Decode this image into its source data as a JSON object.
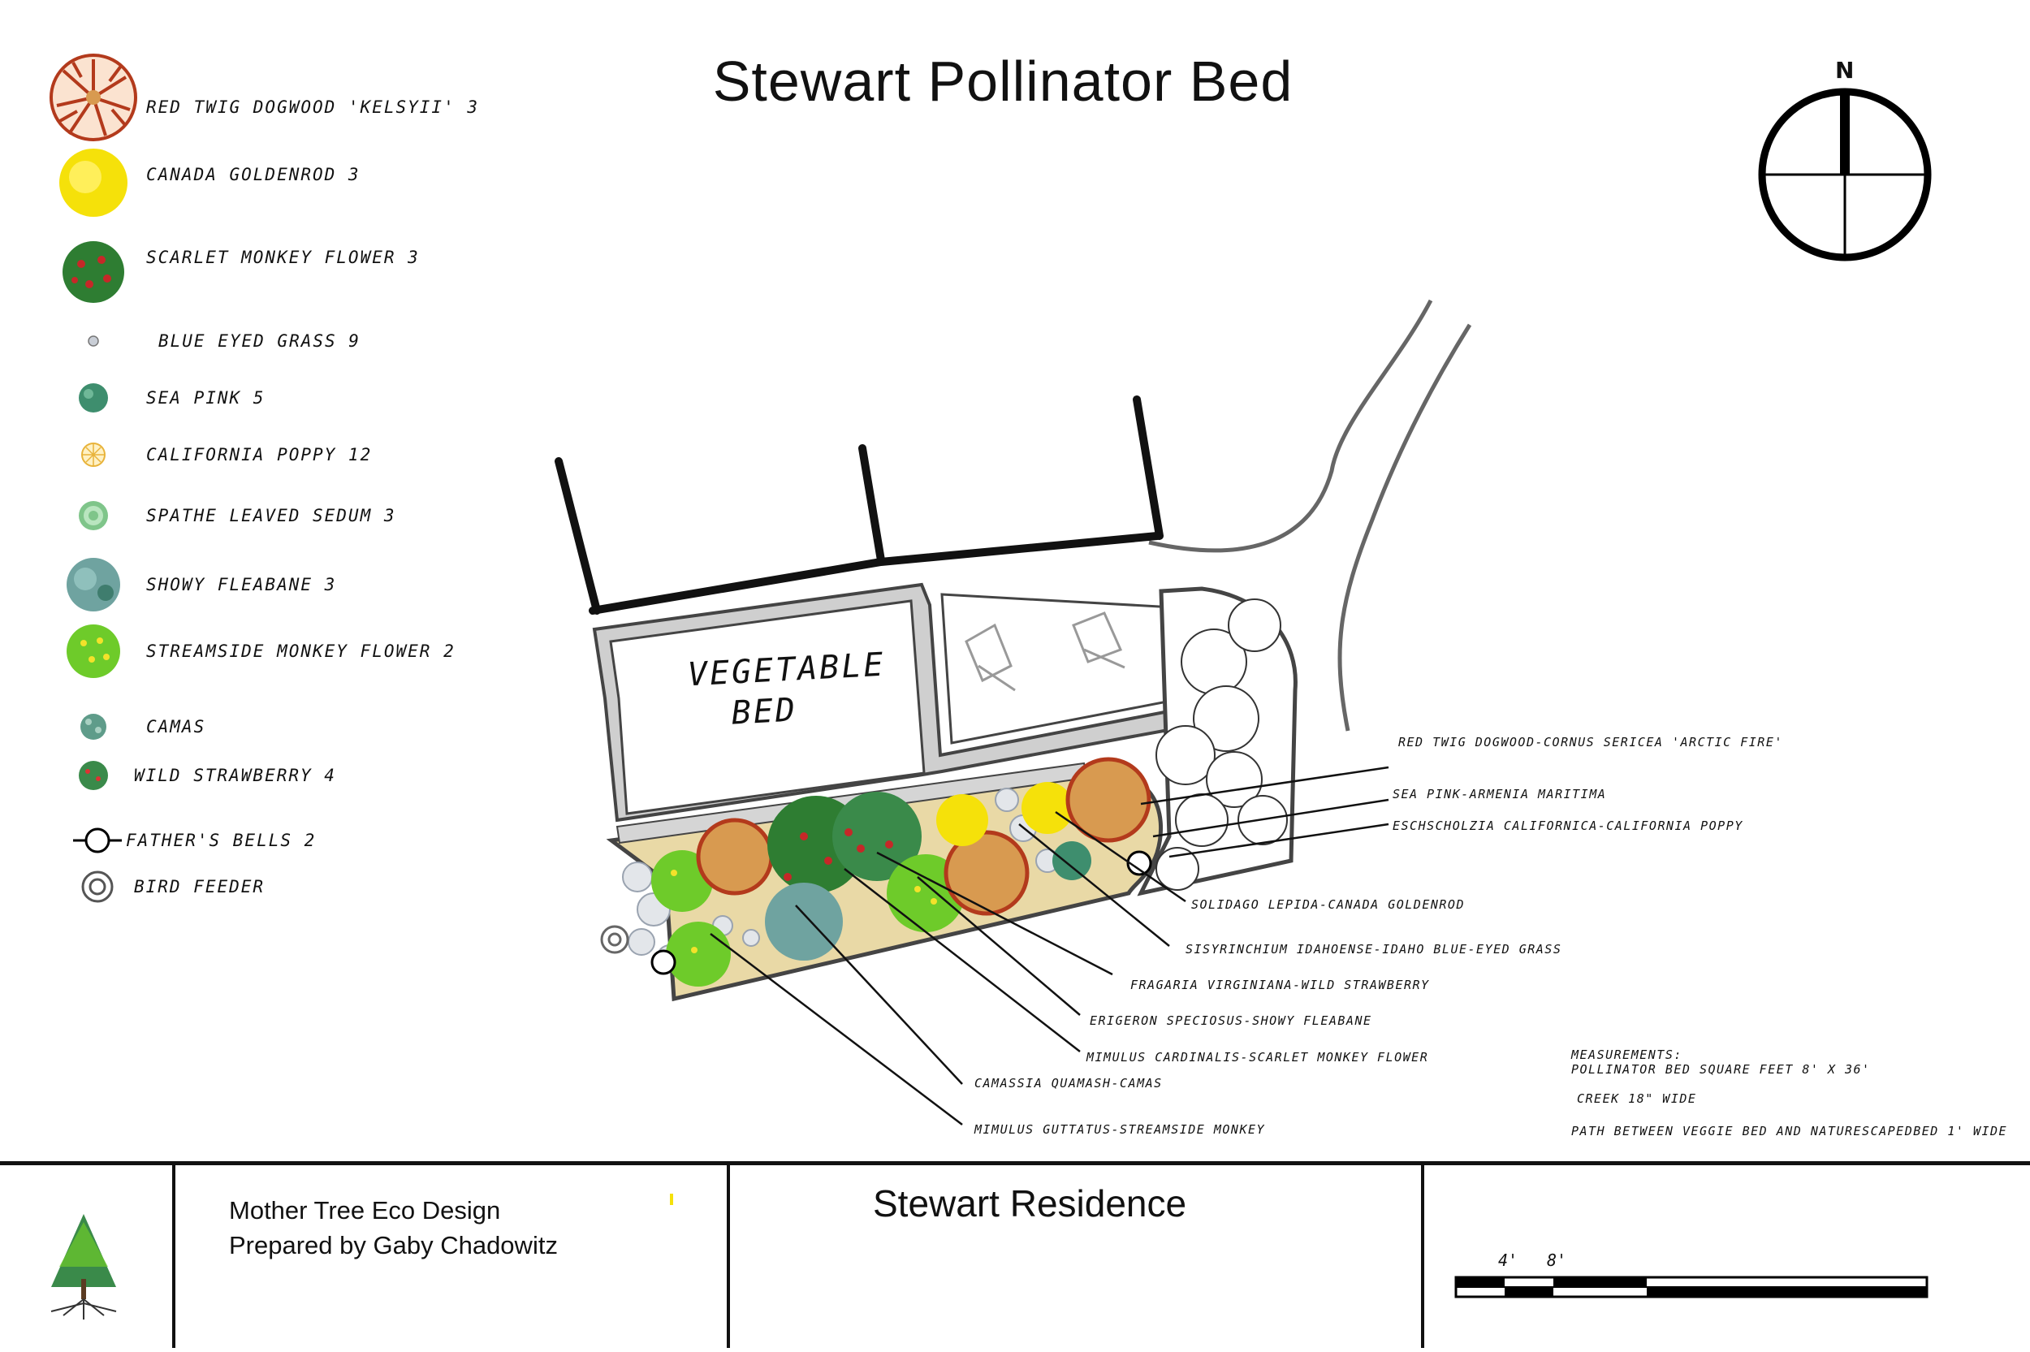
{
  "title": "Stewart Pollinator Bed",
  "compass": {
    "north_label": "N"
  },
  "legend": [
    {
      "label": "Red Twig Dogwood 'Kelsyii' 3",
      "icon": "dogwood-icon",
      "color": "#b33a1c"
    },
    {
      "label": "Canada Goldenrod 3",
      "icon": "goldenrod-icon",
      "color": "#f5e10a"
    },
    {
      "label": "Scarlet Monkey Flower 3",
      "icon": "scarlet-monkey-flower-icon",
      "color": "#2e7d32"
    },
    {
      "label": "Blue Eyed Grass 9",
      "icon": "blue-eyed-grass-icon",
      "color": "#9aa3b0"
    },
    {
      "label": "Sea Pink 5",
      "icon": "sea-pink-icon",
      "color": "#3e8e6e"
    },
    {
      "label": "California Poppy 12",
      "icon": "california-poppy-icon",
      "color": "#f3c24a"
    },
    {
      "label": "Spathe Leaved Sedum 3",
      "icon": "sedum-icon",
      "color": "#7fc58a"
    },
    {
      "label": "Showy Fleabane 3",
      "icon": "fleabane-icon",
      "color": "#6fa3a0"
    },
    {
      "label": "Streamside Monkey Flower 2",
      "icon": "streamside-monkey-flower-icon",
      "color": "#6ecb2a"
    },
    {
      "label": "Camas",
      "icon": "camas-icon",
      "color": "#5f9c8a"
    },
    {
      "label": "Wild Strawberry 4",
      "icon": "wild-strawberry-icon",
      "color": "#3a8a4a"
    },
    {
      "label": "Father's Bells 2",
      "icon": "fathers-bells-icon",
      "color": "#000000"
    },
    {
      "label": "Bird Feeder",
      "icon": "bird-feeder-icon",
      "color": "#555555"
    }
  ],
  "map": {
    "vegetable_bed_label_line1": "Vegetable",
    "vegetable_bed_label_line2": "Bed"
  },
  "callouts": [
    "Red Twig Dogwood-Cornus sericea 'Arctic Fire'",
    "Sea Pink-Armenia maritima",
    "Eschscholzia californica-California Poppy",
    "Solidago lepida-Canada Goldenrod",
    "Sisyrinchium idahoense-Idaho Blue-eyed grass",
    "Fragaria virginiana-Wild Strawberry",
    "Erigeron speciosus-Showy Fleabane",
    "Mimulus cardinalis-Scarlet Monkey Flower",
    "Camassia quamash-Camas",
    "Mimulus guttatus-Streamside Monkey"
  ],
  "measurements": {
    "heading": "Measurements:",
    "bed": "Pollinator Bed square feet 8' x 36'",
    "creek": "creek 18\" wide",
    "path": "path between veggie bed and naturescapedbed 1' wide"
  },
  "title_block": {
    "company": "Mother Tree Eco Design",
    "prepared_by": "Prepared by Gaby Chadowitz",
    "project": "Stewart Residence",
    "scale_labels": [
      "4'",
      "8'"
    ]
  },
  "colors": {
    "ink": "#111111",
    "wall": "#444444",
    "goldenrod": "#f5e10a",
    "dogwood": "#b33a1c",
    "green": "#2e8b3a",
    "lime": "#6ecb2a",
    "teal": "#5a9a8a",
    "sand": "#e9d9a6"
  }
}
